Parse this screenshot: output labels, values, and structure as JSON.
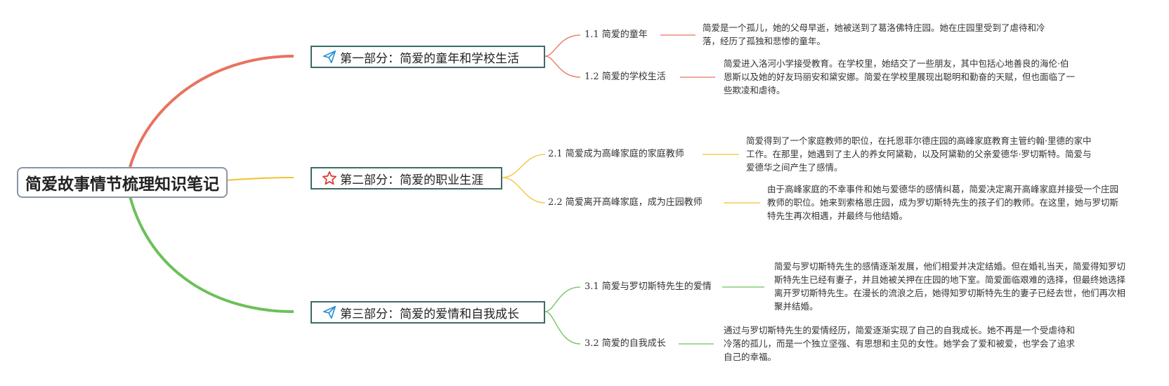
{
  "root": {
    "title": "简爱故事情节梳理知识笔记"
  },
  "colors": {
    "branch1": "#e8735e",
    "branch2": "#f2c230",
    "branch3": "#6cc05a",
    "node_border": "#3d6b66"
  },
  "sections": [
    {
      "icon": "paper-plane-icon",
      "title": "第一部分：简爱的童年和学校生活",
      "items": [
        {
          "label": "1.1 简爱的童年",
          "text": "简爱是一个孤儿，她的父母早逝，她被送到了葛洛佛特庄园。她在庄园里受到了虐待和冷落，经历了孤独和悲惨的童年。"
        },
        {
          "label": "1.2 简爱的学校生活",
          "text": "简爱进入洛河小学接受教育。在学校里，她结交了一些朋友，其中包括心地善良的海伦·伯恩斯以及她的好友玛丽安和黛安娜。简爱在学校里展现出聪明和勤奋的天赋，但也面临了一些欺凌和虐待。"
        }
      ]
    },
    {
      "icon": "star-icon",
      "title": "第二部分：简爱的职业生涯",
      "items": [
        {
          "label": "2.1 简爱成为高峰家庭的家庭教师",
          "text": "简爱得到了一个家庭教师的职位，在托恩菲尔德庄园的高峰家庭教育主管约翰·里德的家中工作。在那里，她遇到了主人的养女阿黛勒，以及阿黛勒的父亲爱德华·罗切斯特。简爱与爱德华之间产生了感情。"
        },
        {
          "label": "2.2 简爱离开高峰家庭，成为庄园教师",
          "text": "由于高峰家庭的不幸事件和她与爱德华的感情纠葛，简爱决定离开高峰家庭并接受一个庄园教师的职位。她来到索格恩庄园，成为罗切斯特先生的孩子们的教师。在这里，她与罗切斯特先生再次相遇，并最终与他结婚。"
        }
      ]
    },
    {
      "icon": "paper-plane-icon",
      "title": "第三部分：简爱的爱情和自我成长",
      "items": [
        {
          "label": "3.1 简爱与罗切斯特先生的爱情",
          "text": "简爱与罗切斯特先生的感情逐渐发展，他们相爱并决定结婚。但在婚礼当天，简爱得知罗切斯特先生已经有妻子，并且她被关押在庄园的地下室。简爱面临艰难的选择，但最终她选择离开罗切斯特先生。在漫长的流浪之后，她得知罗切斯特先生的妻子已经去世，他们再次相聚并结婚。"
        },
        {
          "label": "3.2 简爱的自我成长",
          "text": "通过与罗切斯特先生的爱情经历，简爱逐渐实现了自己的自我成长。她不再是一个受虐待和冷落的孤儿，而是一个独立坚强、有思想和主见的女性。她学会了爱和被爱，也学会了追求自己的幸福。"
        }
      ]
    }
  ]
}
